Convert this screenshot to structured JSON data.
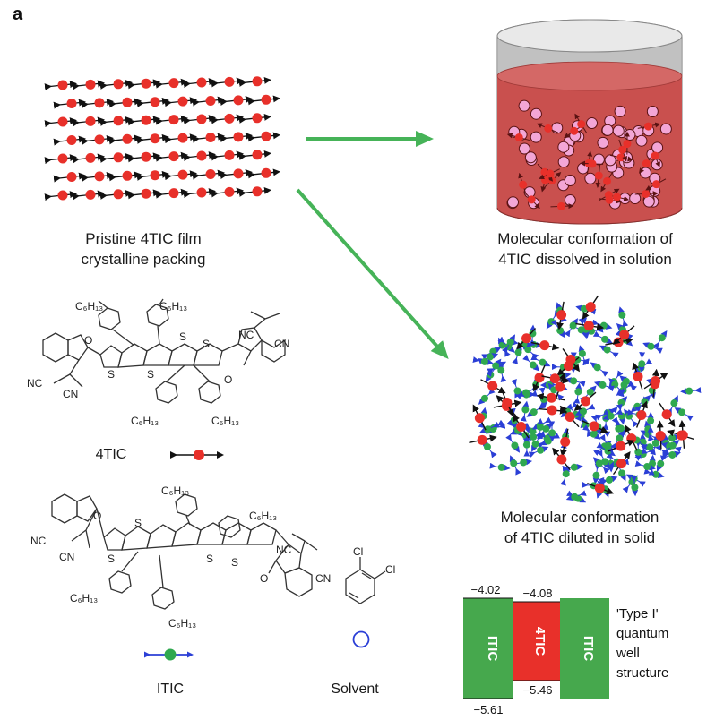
{
  "panel_label": "a",
  "film_caption": [
    "Pristine 4TIC film",
    "crystalline packing"
  ],
  "solution_caption": [
    "Molecular conformation of",
    "4TIC dissolved in solution"
  ],
  "solid_caption": [
    "Molecular conformation",
    "of 4TIC diluted in solid"
  ],
  "legend": {
    "tic4": "4TIC",
    "itic": "ITIC",
    "solvent": "Solvent"
  },
  "chem_labels": {
    "c6h13": "C₆H₁₃",
    "nc": "NC",
    "cn": "CN",
    "o": "O",
    "s": "S",
    "cl": "Cl"
  },
  "quantum_well": {
    "levels": {
      "itic_lumo": "−4.02",
      "tic4_lumo": "−4.08",
      "tic4_homo": "−5.46",
      "itic_homo": "−5.61"
    },
    "band_left": "ITIC",
    "band_center": "4TIC",
    "band_right": "ITIC",
    "caption": [
      "'Type I'",
      "quantum",
      "well",
      "structure"
    ]
  },
  "colors": {
    "red_dot": "#e8302a",
    "green_dot": "#2fa84f",
    "blue_arrow": "#2b3fd6",
    "green_arrow": "#46b358",
    "itic_band": "#46a84d",
    "tic4_band": "#e8302a",
    "solution": "#c9504e",
    "pink_particle": "#f3a6d6"
  }
}
